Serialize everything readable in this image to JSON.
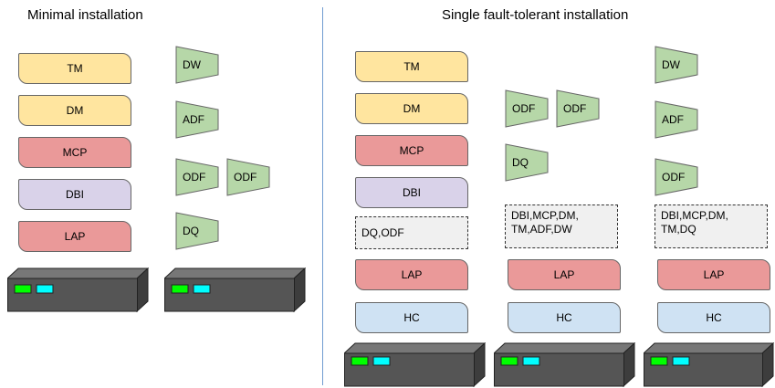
{
  "titles": {
    "minimal": "Minimal installation",
    "fault_tolerant": "Single fault-tolerant installation"
  },
  "minimal": {
    "column1": [
      "TM",
      "DM",
      "MCP",
      "DBI",
      "LAP"
    ],
    "column2": [
      "DW",
      "ADF",
      "ODF",
      "ODF",
      "DQ"
    ]
  },
  "fault_tolerant": {
    "node1": {
      "boxes": [
        "TM",
        "DM",
        "MCP",
        "DBI"
      ],
      "dashed": "DQ,ODF",
      "lap": "LAP",
      "hc": "HC"
    },
    "node2": {
      "modules": [
        "ODF",
        "ODF",
        "DQ"
      ],
      "dashed": "DBI,MCP,DM,\nTM,ADF,DW",
      "lap": "LAP",
      "hc": "HC"
    },
    "node3": {
      "modules": [
        "DW",
        "ADF",
        "ODF"
      ],
      "dashed": "DBI,MCP,DM,\nTM,DQ",
      "lap": "LAP",
      "hc": "HC"
    }
  },
  "colors": {
    "yellow": "#ffe59f",
    "red": "#ea9999",
    "purple": "#d9d2e9",
    "blue": "#cfe2f3",
    "green": "#b6d7a8",
    "server": "#555555",
    "led_green": "#00ff00",
    "led_cyan": "#00ffff"
  }
}
